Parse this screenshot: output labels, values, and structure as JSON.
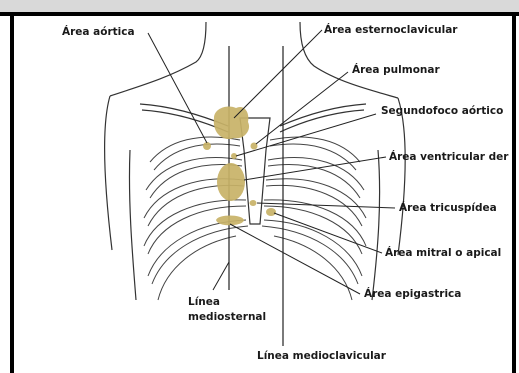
{
  "labels": {
    "aortic": "Área aórtica",
    "sternoclavicular": "Área esternoclavicular",
    "pulmonary": "Área pulmonar",
    "second_aortic": "Segundofoco aórtico",
    "right_ventricular": "Área ventricular der",
    "tricuspid": "Área tricuspídea",
    "mitral": "Área mitral o apical",
    "epigastric": "Área epigastrica",
    "midsternal_line_1": "Línea",
    "midsternal_line_2": "mediosternal",
    "midclavicular_line": "Línea medioclavicular"
  },
  "colors": {
    "area_fill": "#c8b267",
    "frame_border": "#000000",
    "top_bar": "#d9d9d9"
  }
}
